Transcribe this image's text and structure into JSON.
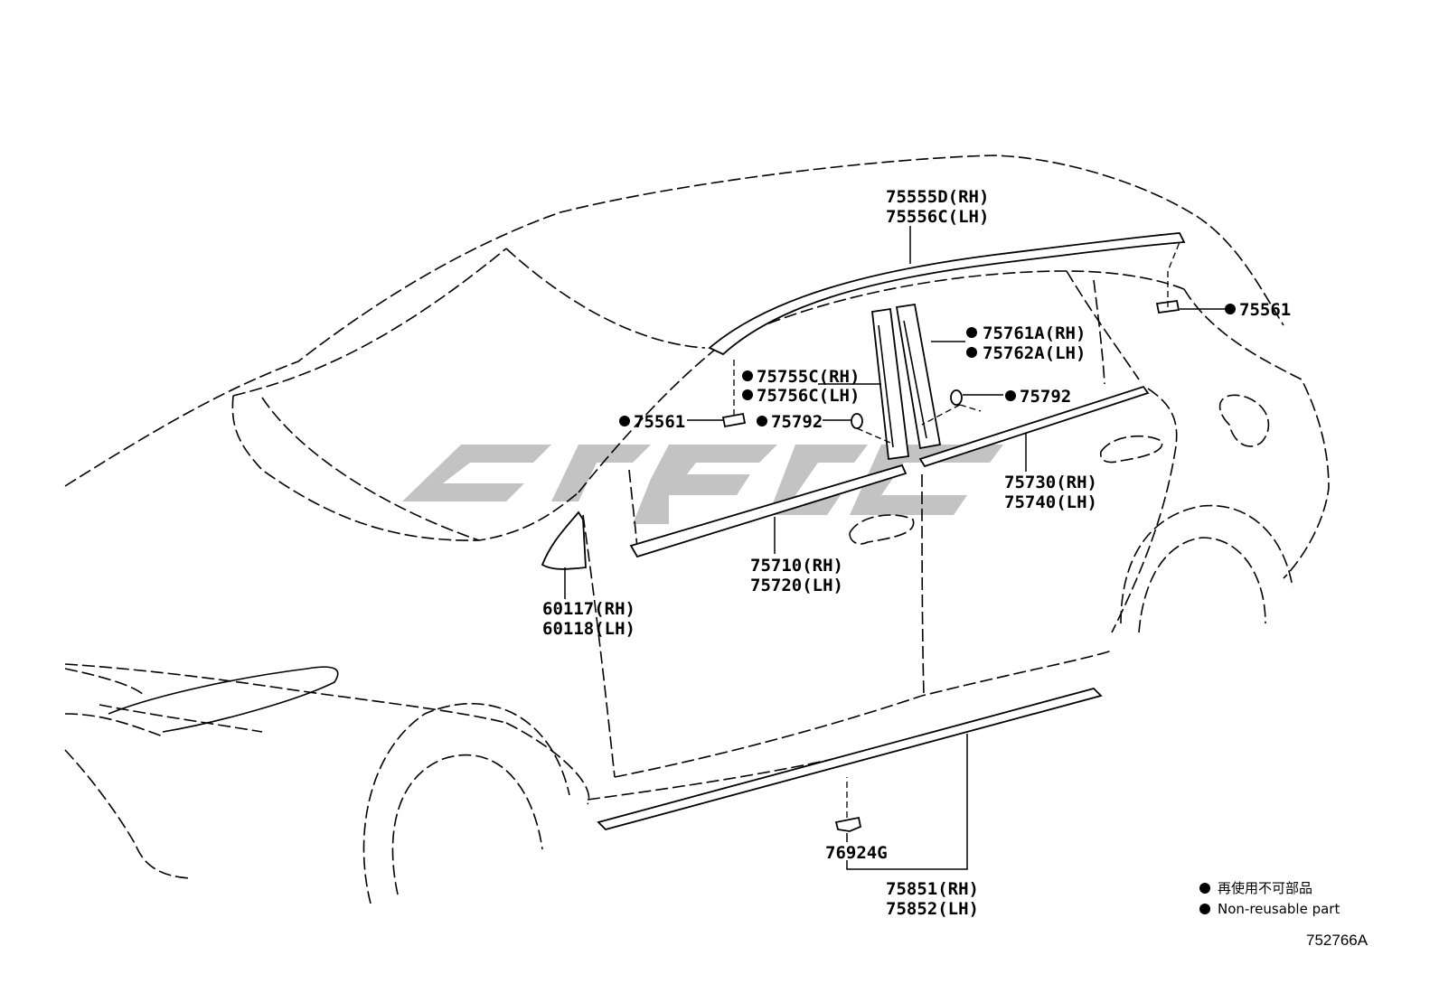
{
  "callouts": {
    "roof_molding_rh": "75555D(RH)",
    "roof_molding_lh": "75556C(LH)",
    "clip_rear": "75561",
    "clip_front": "75561",
    "pillar_rear_rh": "75761A(RH)",
    "pillar_rear_lh": "75762A(LH)",
    "pillar_front_rh": "75755C(RH)",
    "pillar_front_lh": "75756C(LH)",
    "retainer_front": "75792",
    "retainer_rear": "75792",
    "belt_rear_rh": "75730(RH)",
    "belt_rear_lh": "75740(LH)",
    "belt_front_rh": "75710(RH)",
    "belt_front_lh": "75720(LH)",
    "corner_cover_rh": "60117(RH)",
    "corner_cover_lh": "60118(LH)",
    "rocker_clip": "76924G",
    "rocker_molding_rh": "75851(RH)",
    "rocker_molding_lh": "75852(LH)"
  },
  "legend": {
    "jp_text": "再使用不可部品",
    "en_text": "Non-reusable part"
  },
  "illustration_code": "752766A"
}
